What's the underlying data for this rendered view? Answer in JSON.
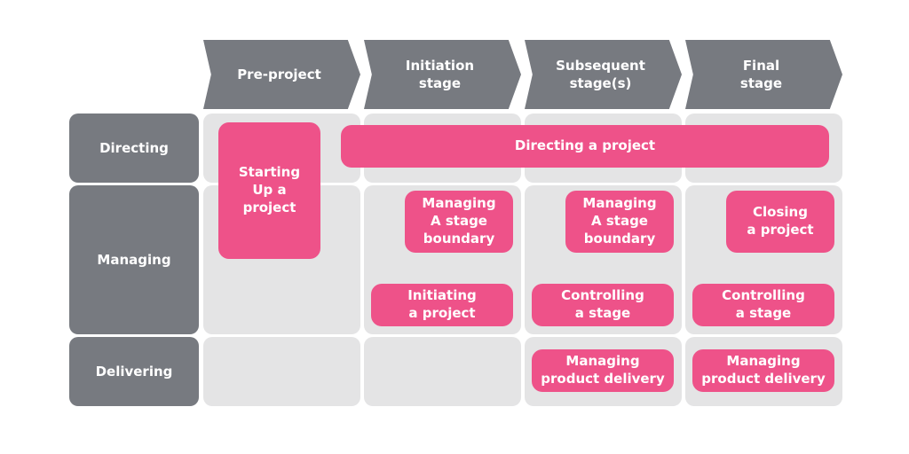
{
  "stages": [
    {
      "label": "Pre-project"
    },
    {
      "label": "Initiation\nstage"
    },
    {
      "label": "Subsequent\nstage(s)"
    },
    {
      "label": "Final\nstage"
    }
  ],
  "rows": [
    {
      "label": "Directing"
    },
    {
      "label": "Managing"
    },
    {
      "label": "Delivering"
    }
  ],
  "processes": {
    "starting_up": "Starting\nUp a\nproject",
    "directing": "Directing a project",
    "managing_stage_boundary_initiation": "Managing\nA stage\nboundary",
    "initiating": "Initiating\na project",
    "managing_stage_boundary_subsequent": "Managing\nA stage\nboundary",
    "controlling_subsequent": "Controlling\na stage",
    "managing_delivery_subsequent": "Managing\nproduct delivery",
    "closing": "Closing\na project",
    "controlling_final": "Controlling\na stage",
    "managing_delivery_final": "Managing\nproduct delivery"
  },
  "colors": {
    "header_gray": "#777a80",
    "cell_gray": "#e4e4e5",
    "process_pink": "#ee5289",
    "text_white": "#ffffff"
  }
}
